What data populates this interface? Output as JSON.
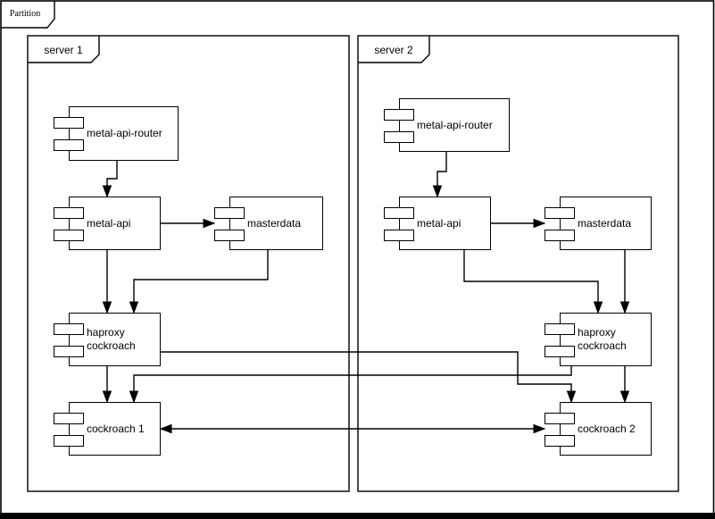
{
  "frame": {
    "label": "Partition"
  },
  "servers": [
    {
      "label": "server 1"
    },
    {
      "label": "server 2"
    }
  ],
  "components": {
    "s1_router": {
      "label": "metal-api-router"
    },
    "s1_metal_api": {
      "label": "metal-api"
    },
    "s1_masterdata": {
      "label": "masterdata"
    },
    "s1_haproxy": {
      "label": "haproxy cockroach"
    },
    "s1_cockroach": {
      "label": "cockroach 1"
    },
    "s2_router": {
      "label": "metal-api-router"
    },
    "s2_metal_api": {
      "label": "metal-api"
    },
    "s2_masterdata": {
      "label": "masterdata"
    },
    "s2_haproxy": {
      "label": "haproxy cockroach"
    },
    "s2_cockroach": {
      "label": "cockroach 2"
    }
  },
  "connections": [
    {
      "from": "server 1 / metal-api-router",
      "to": "server 1 / metal-api",
      "bidirectional": false
    },
    {
      "from": "server 1 / metal-api",
      "to": "server 1 / masterdata",
      "bidirectional": false
    },
    {
      "from": "server 1 / metal-api",
      "to": "server 1 / haproxy cockroach",
      "bidirectional": false
    },
    {
      "from": "server 1 / masterdata",
      "to": "server 1 / haproxy cockroach",
      "bidirectional": false
    },
    {
      "from": "server 1 / haproxy cockroach",
      "to": "server 1 / cockroach 1",
      "bidirectional": false
    },
    {
      "from": "server 1 / haproxy cockroach",
      "to": "server 2 / cockroach 2",
      "bidirectional": false
    },
    {
      "from": "server 2 / metal-api-router",
      "to": "server 2 / metal-api",
      "bidirectional": false
    },
    {
      "from": "server 2 / metal-api",
      "to": "server 2 / masterdata",
      "bidirectional": false
    },
    {
      "from": "server 2 / metal-api",
      "to": "server 2 / haproxy cockroach",
      "bidirectional": false
    },
    {
      "from": "server 2 / masterdata",
      "to": "server 2 / haproxy cockroach",
      "bidirectional": false
    },
    {
      "from": "server 2 / haproxy cockroach",
      "to": "server 2 / cockroach 2",
      "bidirectional": false
    },
    {
      "from": "server 2 / haproxy cockroach",
      "to": "server 1 / cockroach 1",
      "bidirectional": false
    },
    {
      "from": "server 1 / cockroach 1",
      "to": "server 2 / cockroach 2",
      "bidirectional": true
    }
  ],
  "colors": {
    "stroke": "#000000",
    "fill": "#ffffff"
  }
}
